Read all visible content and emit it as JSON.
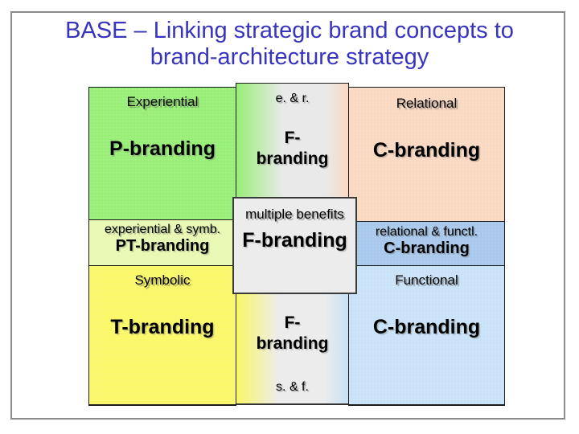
{
  "slide": {
    "title_line1": "BASE – Linking strategic brand concepts to",
    "title_line2": "brand-architecture strategy"
  },
  "colors": {
    "title_text": "#3735bd",
    "green": "#99ee77",
    "peach": "#fad9c3",
    "pale_green": "#e7f9b2",
    "yellow": "#faf768",
    "mid_blue": "#a9c9ec",
    "light_blue": "#c9e2f7",
    "gray_panel": "#ececec",
    "cell_border": "#1b1b1b",
    "slide_border": "#8a8a8a"
  },
  "cells": {
    "top_left": {
      "label": "Experiential",
      "brand": "P-branding"
    },
    "top_middle": {
      "label": "e. & r.",
      "brand_line1": "F-",
      "brand_line2": "branding"
    },
    "top_right": {
      "label": "Relational",
      "brand": "C-branding"
    },
    "mid_left": {
      "label": "experiential & symb.",
      "brand": "PT-branding"
    },
    "center_overlay": {
      "label": "multiple benefits",
      "brand": "F-branding"
    },
    "mid_right": {
      "label": "relational & functl.",
      "brand": "C-branding"
    },
    "bottom_left": {
      "label": "Symbolic",
      "brand": "T-branding"
    },
    "bottom_middle": {
      "label": "s. & f.",
      "brand_line1": "F-",
      "brand_line2": "branding"
    },
    "bottom_right": {
      "label": "Functional",
      "brand": "C-branding"
    }
  }
}
